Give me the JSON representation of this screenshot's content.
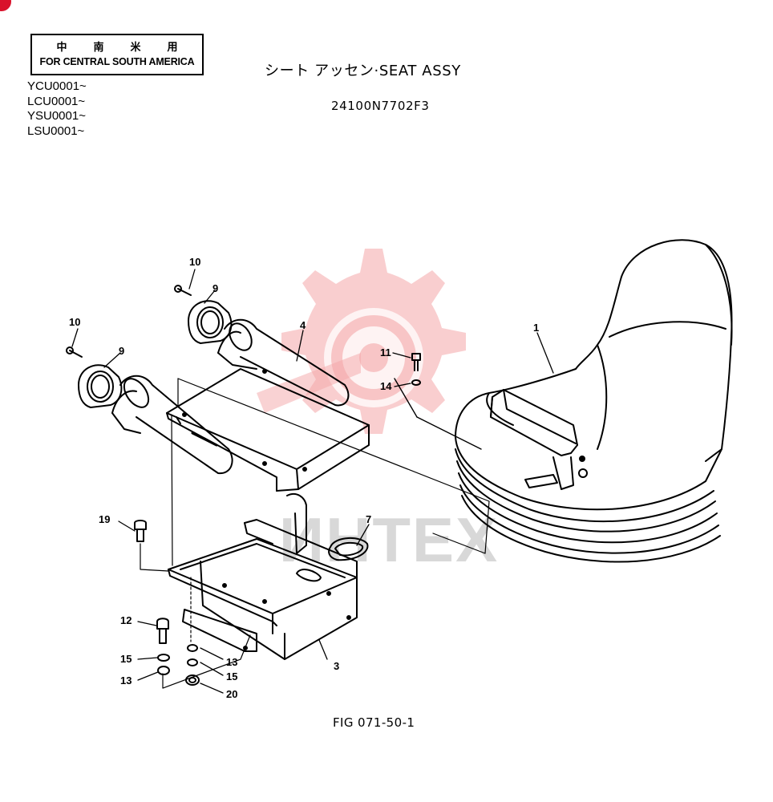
{
  "header": {
    "region_jp": [
      "中",
      "南",
      "米",
      "用"
    ],
    "region_en": "FOR CENTRAL SOUTH AMERICA",
    "serials": [
      "YCU0001~",
      "LCU0001~",
      "YSU0001~",
      "LSU0001~"
    ],
    "title": "シート アッセン·SEAT ASSY",
    "part_number": "24100N7702F3"
  },
  "watermark": {
    "text": "ИНТЕХ",
    "color": "#e8343a"
  },
  "callouts": {
    "c10a": "10",
    "c9a": "9",
    "c10b": "10",
    "c9b": "9",
    "c4": "4",
    "c1": "1",
    "c11": "11",
    "c14": "14",
    "c19": "19",
    "c7": "7",
    "c12": "12",
    "c3": "3",
    "c15a": "15",
    "c13a": "13",
    "c13b": "13",
    "c15b": "15",
    "c20": "20"
  },
  "figure_label": "FIG 071-50-1"
}
